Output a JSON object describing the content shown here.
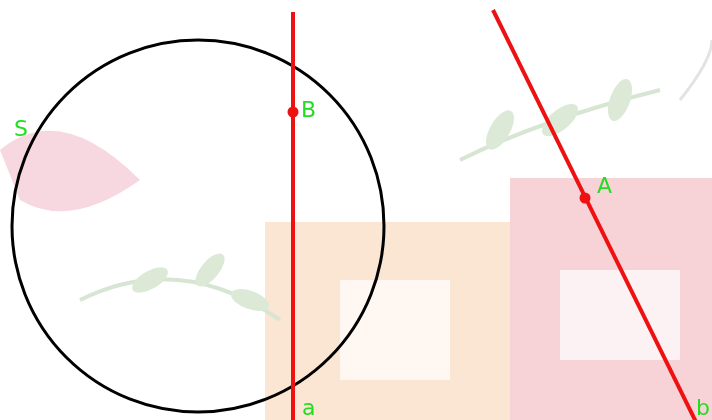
{
  "diagram": {
    "labels": [
      "S",
      "B",
      "A",
      "a",
      "b"
    ]
  }
}
